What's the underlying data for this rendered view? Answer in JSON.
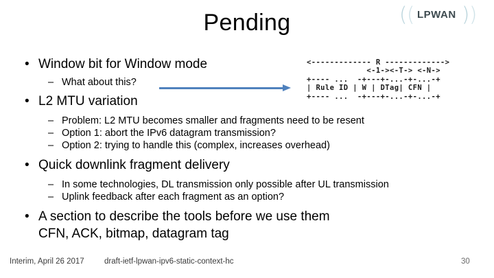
{
  "slide": {
    "title": "Pending",
    "page_number": "30"
  },
  "logo": {
    "word": "LPWAN",
    "arc_left_outer": "(",
    "arc_left_inner": "(",
    "arc_right_inner": ")",
    "arc_right_outer": ")",
    "color": "#b9d4dc",
    "text_color": "#3d4a4f"
  },
  "arrow": {
    "color": "#4f81bd"
  },
  "diagram": {
    "name": "scshc-fragment-header-format",
    "lines": [
      "<------------- R ------------->",
      "             <-1-><-T-> <-N->",
      "+---- ...  -+---+-...-+-...-+",
      "| Rule ID | W | DTag| CFN |",
      "+---- ...  -+---+-...-+-...-+"
    ],
    "fields": [
      "Rule ID",
      "W",
      "DTag",
      "CFN"
    ],
    "widths": [
      "R",
      "1",
      "T",
      "N"
    ]
  },
  "outline": [
    {
      "level": 1,
      "marker": "•",
      "text": "Window bit for Window mode"
    },
    {
      "level": 2,
      "marker": "–",
      "text": "What about this?"
    },
    {
      "level": 1,
      "marker": "•",
      "text": "L2 MTU variation"
    },
    {
      "level": 2,
      "marker": "–",
      "text": "Problem: L2 MTU becomes smaller and fragments need to be resent"
    },
    {
      "level": 2,
      "marker": "–",
      "text": "Option 1: abort the IPv6 datagram transmission?"
    },
    {
      "level": 2,
      "marker": "–",
      "text": "Option 2: trying to handle this (complex, increases overhead)"
    },
    {
      "level": 1,
      "marker": "•",
      "text": "Quick downlink fragment delivery"
    },
    {
      "level": 2,
      "marker": "–",
      "text": "In some technologies, DL transmission only possible after UL transmission"
    },
    {
      "level": 2,
      "marker": "–",
      "text": "Uplink feedback after each fragment as an option?"
    },
    {
      "level": 1,
      "marker": "•",
      "text": "A section to describe the tools before we use them"
    },
    {
      "level": 1,
      "marker": "",
      "text": "CFN, ACK, bitmap, datagram tag"
    }
  ],
  "footer": {
    "left": "Interim, April 26 2017",
    "center": "draft-ietf-lpwan-ipv6-static-context-hc"
  }
}
